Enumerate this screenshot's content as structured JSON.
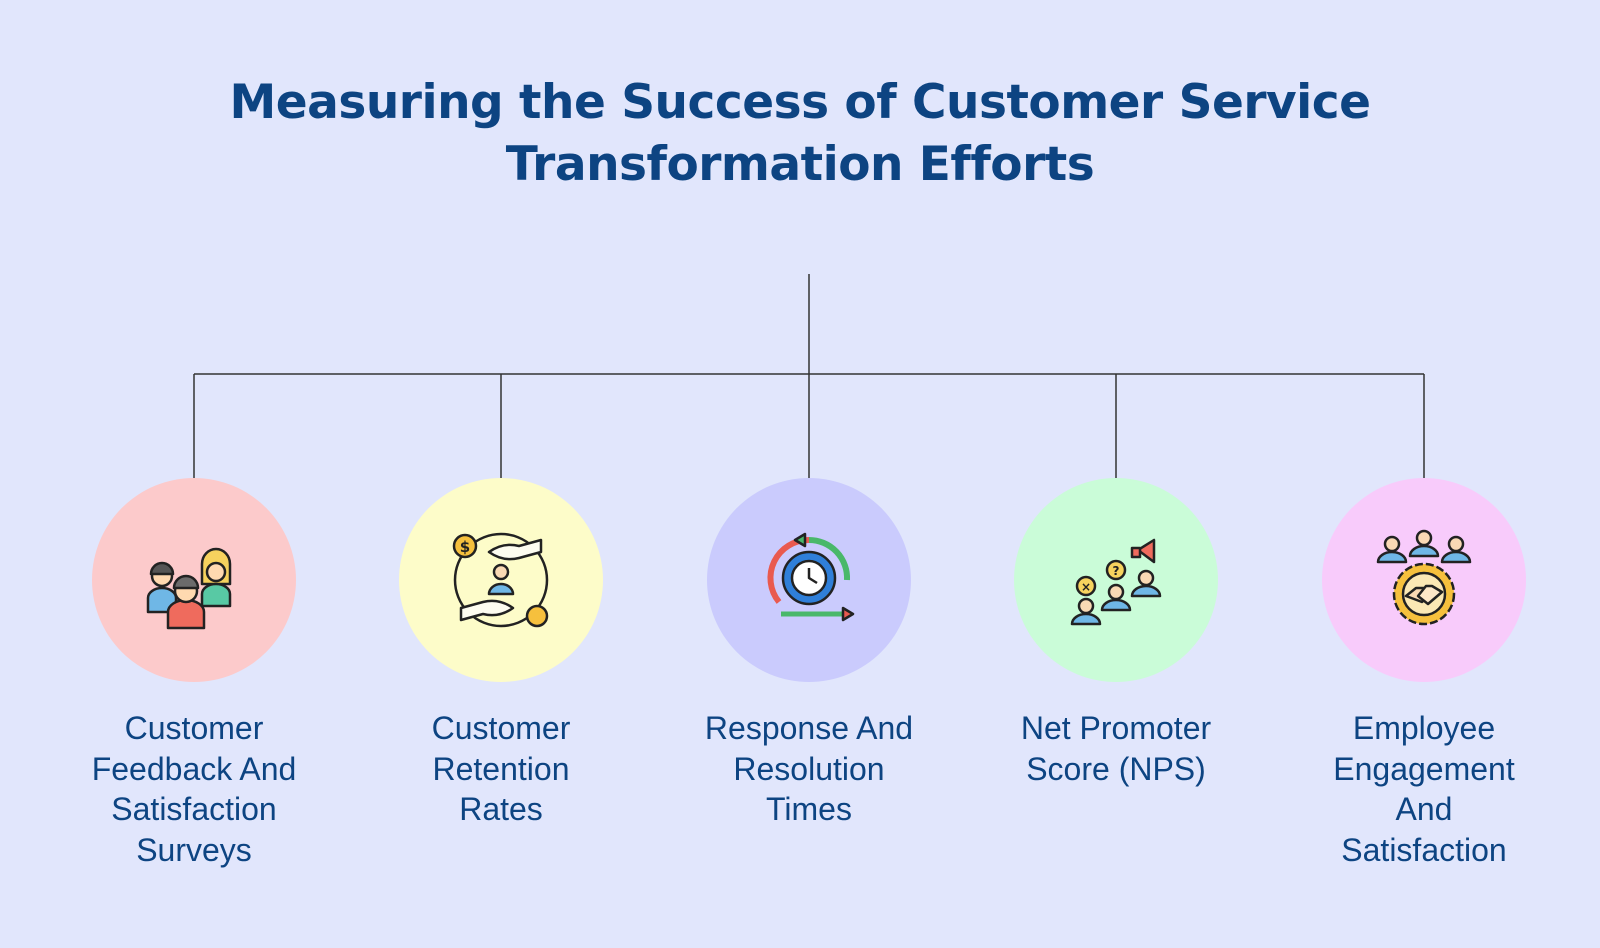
{
  "title": {
    "line1": "Measuring the Success of Customer Service",
    "line2": "Transformation Efforts"
  },
  "colors": {
    "background": "#e1e6fc",
    "title": "#0d4482",
    "connector": "#333333",
    "circle_1": "#fccacb",
    "circle_2": "#fdfcc9",
    "circle_3": "#cacbfd",
    "circle_4": "#cafcd8",
    "circle_5": "#f8cbfb"
  },
  "items": [
    {
      "icon": "customer-group-icon",
      "lines": [
        "Customer",
        "Feedback And",
        "Satisfaction",
        "Surveys"
      ]
    },
    {
      "icon": "customer-retention-icon",
      "lines": [
        "Customer",
        "Retention",
        "Rates"
      ]
    },
    {
      "icon": "clock-gear-cycle-icon",
      "lines": [
        "Response And",
        "Resolution",
        "Times"
      ]
    },
    {
      "icon": "promoter-score-icon",
      "lines": [
        "Net Promoter",
        "Score (NPS)"
      ]
    },
    {
      "icon": "team-handshake-gear-icon",
      "lines": [
        "Employee",
        "Engagement",
        "And",
        "Satisfaction"
      ]
    }
  ]
}
